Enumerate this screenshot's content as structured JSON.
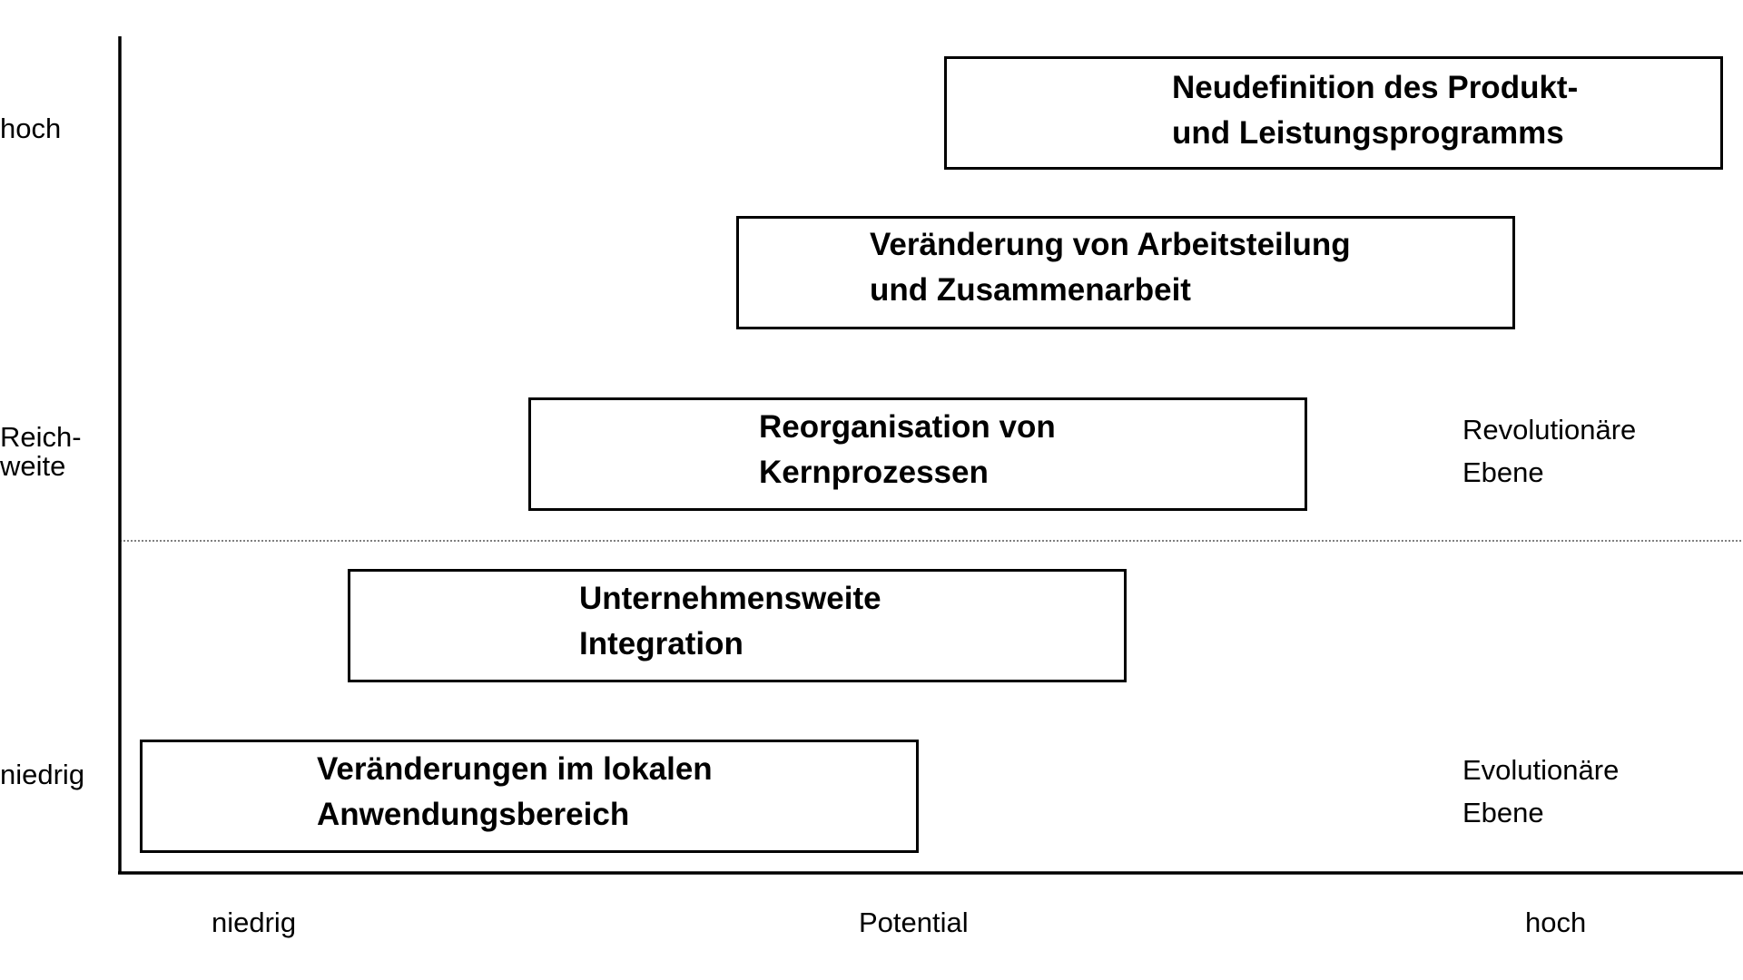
{
  "y_axis": {
    "high": "hoch",
    "title_line1": "Reich-",
    "title_line2": "weite",
    "low": "niedrig"
  },
  "x_axis": {
    "low": "niedrig",
    "title": "Potential",
    "high": "hoch"
  },
  "levels": {
    "revolutionary": [
      "Revolutionäre",
      "Ebene"
    ],
    "evolutionary": [
      "Evolutionäre",
      "Ebene"
    ]
  },
  "boxes": [
    {
      "lines": [
        "Neudefinition des Produkt-",
        "und Leistungsprogramms"
      ]
    },
    {
      "lines": [
        "Veränderung von Arbeitsteilung",
        "und Zusammenarbeit"
      ]
    },
    {
      "lines": [
        "Reorganisation von",
        "Kernprozessen"
      ]
    },
    {
      "lines": [
        "Unternehmensweite",
        "Integration"
      ]
    },
    {
      "lines": [
        "Veränderungen im lokalen",
        "Anwendungsbereich"
      ]
    }
  ]
}
